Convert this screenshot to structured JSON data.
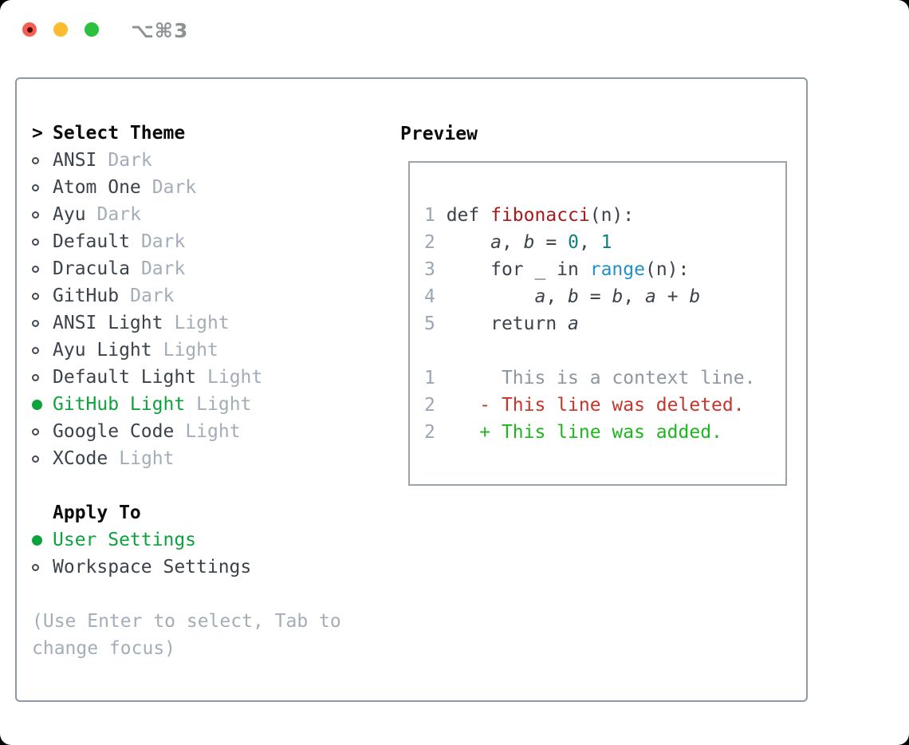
{
  "titlebar": {
    "shortcut": "⌥⌘3",
    "traffic_lights": [
      "close",
      "minimize",
      "zoom"
    ]
  },
  "colors": {
    "selection_green": "#0ca33c",
    "added_green": "#1eb520",
    "deleted_red": "#c7342a",
    "function_red": "#a91919",
    "number_teal": "#0f7f80",
    "builtin_blue": "#2090cc",
    "muted_gray": "#a3adb8",
    "text_dark": "#3b424c",
    "panel_border": "#8e99a7"
  },
  "theme_picker": {
    "prompt": ">",
    "header": "Select Theme",
    "items": [
      {
        "name": "ANSI",
        "variant": "Dark",
        "selected": false
      },
      {
        "name": "Atom One",
        "variant": "Dark",
        "selected": false
      },
      {
        "name": "Ayu",
        "variant": "Dark",
        "selected": false
      },
      {
        "name": "Default",
        "variant": "Dark",
        "selected": false
      },
      {
        "name": "Dracula",
        "variant": "Dark",
        "selected": false
      },
      {
        "name": "GitHub",
        "variant": "Dark",
        "selected": false
      },
      {
        "name": "ANSI Light",
        "variant": "Light",
        "selected": false
      },
      {
        "name": "Ayu Light",
        "variant": "Light",
        "selected": false
      },
      {
        "name": "Default Light",
        "variant": "Light",
        "selected": false
      },
      {
        "name": "GitHub Light",
        "variant": "Light",
        "selected": true
      },
      {
        "name": "Google Code",
        "variant": "Light",
        "selected": false
      },
      {
        "name": "XCode",
        "variant": "Light",
        "selected": false
      }
    ]
  },
  "apply_to": {
    "header": "Apply To",
    "options": [
      {
        "label": "User Settings",
        "selected": true
      },
      {
        "label": "Workspace Settings",
        "selected": false
      }
    ]
  },
  "hint": {
    "line1": "(Use Enter to select, Tab to",
    "line2": "change focus)"
  },
  "preview": {
    "header": "Preview",
    "code_lines": [
      {
        "tokens": [
          {
            "c": "ln",
            "t": "1"
          },
          {
            "c": "kw",
            "t": " def "
          },
          {
            "c": "fn",
            "t": "fibonacci"
          },
          {
            "c": "pl",
            "t": "(n):"
          }
        ]
      },
      {
        "tokens": [
          {
            "c": "ln",
            "t": "2"
          },
          {
            "c": "pl",
            "t": "     "
          },
          {
            "c": "var",
            "t": "a"
          },
          {
            "c": "pl",
            "t": ", "
          },
          {
            "c": "var",
            "t": "b"
          },
          {
            "c": "pl",
            "t": " = "
          },
          {
            "c": "num",
            "t": "0"
          },
          {
            "c": "pl",
            "t": ", "
          },
          {
            "c": "num",
            "t": "1"
          }
        ]
      },
      {
        "tokens": [
          {
            "c": "ln",
            "t": "3"
          },
          {
            "c": "kw",
            "t": "     for "
          },
          {
            "c": "pl",
            "t": "_ "
          },
          {
            "c": "kw",
            "t": "in "
          },
          {
            "c": "blue",
            "t": "range"
          },
          {
            "c": "pl",
            "t": "(n):"
          }
        ]
      },
      {
        "tokens": [
          {
            "c": "ln",
            "t": "4"
          },
          {
            "c": "pl",
            "t": "         "
          },
          {
            "c": "var",
            "t": "a"
          },
          {
            "c": "pl",
            "t": ", "
          },
          {
            "c": "var",
            "t": "b"
          },
          {
            "c": "pl",
            "t": " = "
          },
          {
            "c": "var",
            "t": "b"
          },
          {
            "c": "pl",
            "t": ", "
          },
          {
            "c": "var",
            "t": "a"
          },
          {
            "c": "pl",
            "t": " + "
          },
          {
            "c": "var",
            "t": "b"
          }
        ]
      },
      {
        "tokens": [
          {
            "c": "ln",
            "t": "5"
          },
          {
            "c": "kw",
            "t": "     return "
          },
          {
            "c": "var",
            "t": "a"
          }
        ]
      },
      {
        "tokens": []
      },
      {
        "tokens": [
          {
            "c": "ln",
            "t": "1"
          },
          {
            "c": "ctx",
            "t": "      This is a context line."
          }
        ]
      },
      {
        "tokens": [
          {
            "c": "ln",
            "t": "2"
          },
          {
            "c": "del",
            "t": "    - This line was deleted."
          }
        ]
      },
      {
        "tokens": [
          {
            "c": "ln",
            "t": "2"
          },
          {
            "c": "add",
            "t": "    + This line was added."
          }
        ]
      }
    ]
  }
}
